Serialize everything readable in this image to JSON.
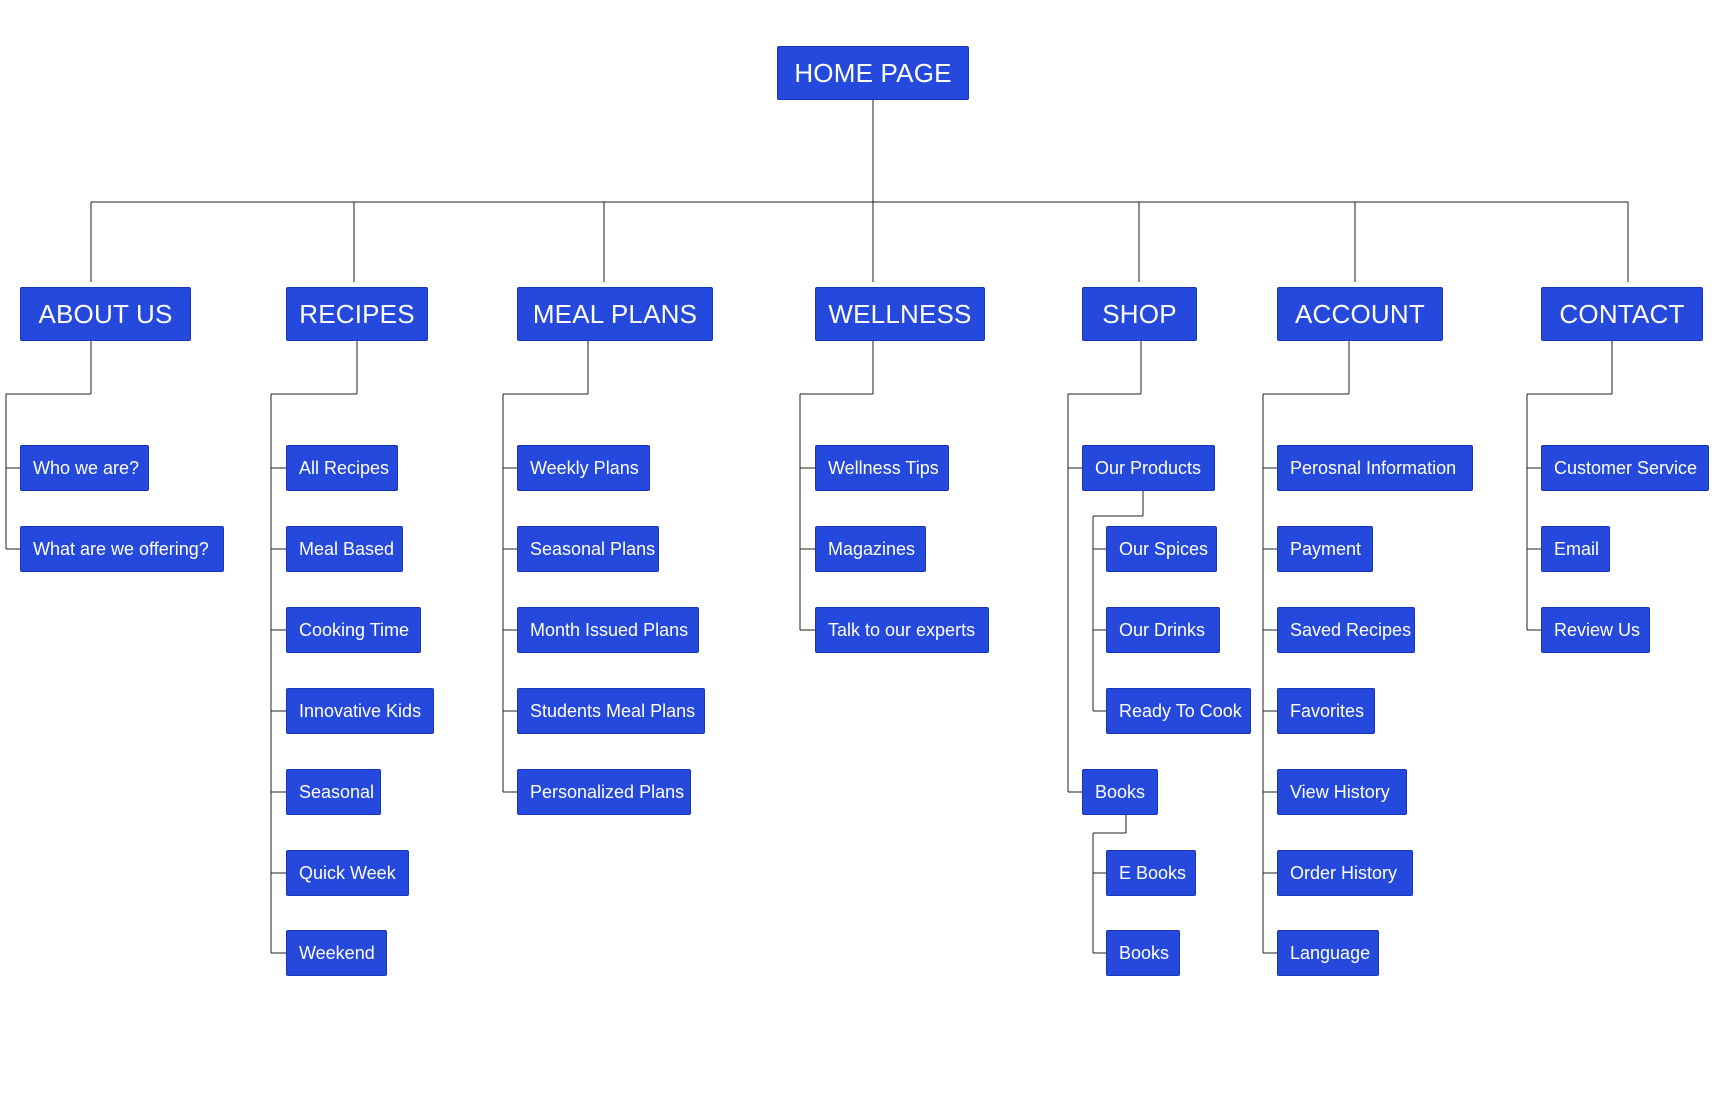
{
  "theme": {
    "node_color": "#2549DD",
    "node_border": "#1936B8",
    "connector_color": "#1F1F1F",
    "background": "#FFFFFF"
  },
  "root": {
    "label": "HOME PAGE"
  },
  "sections": [
    {
      "label": "ABOUT US",
      "children": [
        {
          "label": "Who we are?"
        },
        {
          "label": "What are we offering?"
        }
      ]
    },
    {
      "label": "RECIPES",
      "children": [
        {
          "label": "All Recipes"
        },
        {
          "label": "Meal Based"
        },
        {
          "label": "Cooking Time"
        },
        {
          "label": "Innovative Kids"
        },
        {
          "label": "Seasonal"
        },
        {
          "label": "Quick Week"
        },
        {
          "label": "Weekend"
        }
      ]
    },
    {
      "label": "MEAL PLANS",
      "children": [
        {
          "label": "Weekly Plans"
        },
        {
          "label": "Seasonal Plans"
        },
        {
          "label": "Month Issued Plans"
        },
        {
          "label": "Students Meal Plans"
        },
        {
          "label": "Personalized Plans"
        }
      ]
    },
    {
      "label": "WELLNESS",
      "children": [
        {
          "label": "Wellness Tips"
        },
        {
          "label": "Magazines"
        },
        {
          "label": "Talk to our experts"
        }
      ]
    },
    {
      "label": "SHOP",
      "children": [
        {
          "label": "Our Products",
          "children": [
            {
              "label": "Our Spices"
            },
            {
              "label": "Our Drinks"
            },
            {
              "label": "Ready To Cook"
            }
          ]
        },
        {
          "label": "Books",
          "children": [
            {
              "label": "E Books"
            },
            {
              "label": "Books"
            }
          ]
        }
      ]
    },
    {
      "label": "ACCOUNT",
      "children": [
        {
          "label": "Perosnal Information"
        },
        {
          "label": "Payment"
        },
        {
          "label": "Saved Recipes"
        },
        {
          "label": "Favorites"
        },
        {
          "label": "View History"
        },
        {
          "label": "Order History"
        },
        {
          "label": "Language"
        }
      ]
    },
    {
      "label": "CONTACT",
      "children": [
        {
          "label": "Customer Service"
        },
        {
          "label": "Email"
        },
        {
          "label": "Review Us"
        }
      ]
    }
  ]
}
